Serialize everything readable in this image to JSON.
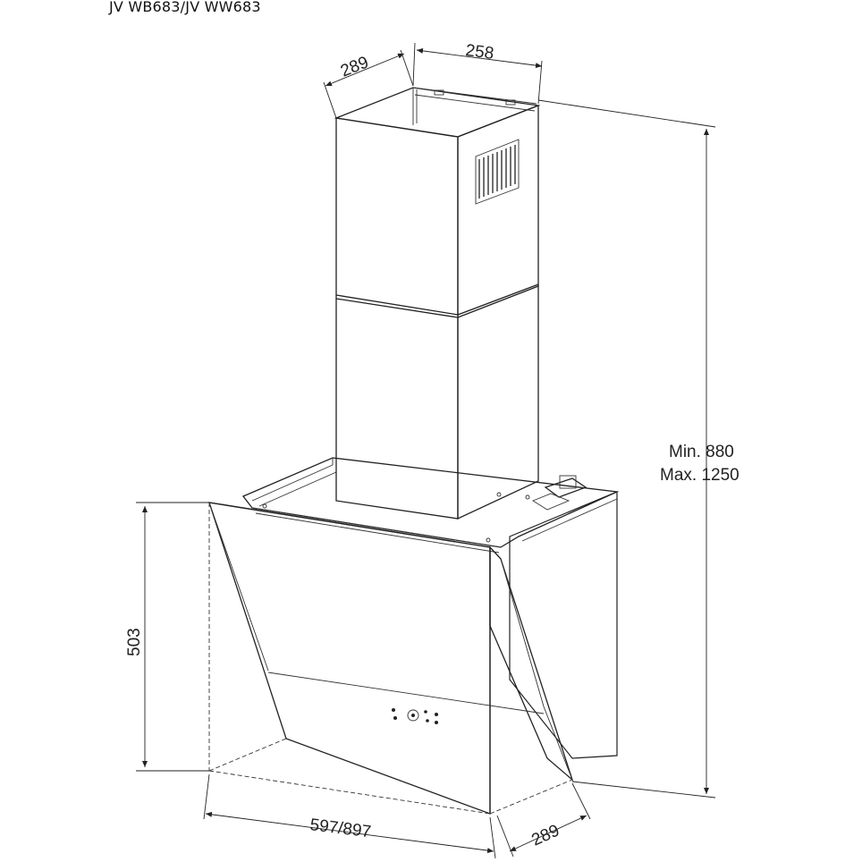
{
  "title": "JV WB683/JV WW683",
  "dimensions": {
    "chimney_depth": "289",
    "chimney_width": "258",
    "height_min": "Min. 880",
    "height_max": "Max. 1250",
    "hood_height": "503",
    "hood_width": "597/897",
    "hood_depth": "289"
  }
}
